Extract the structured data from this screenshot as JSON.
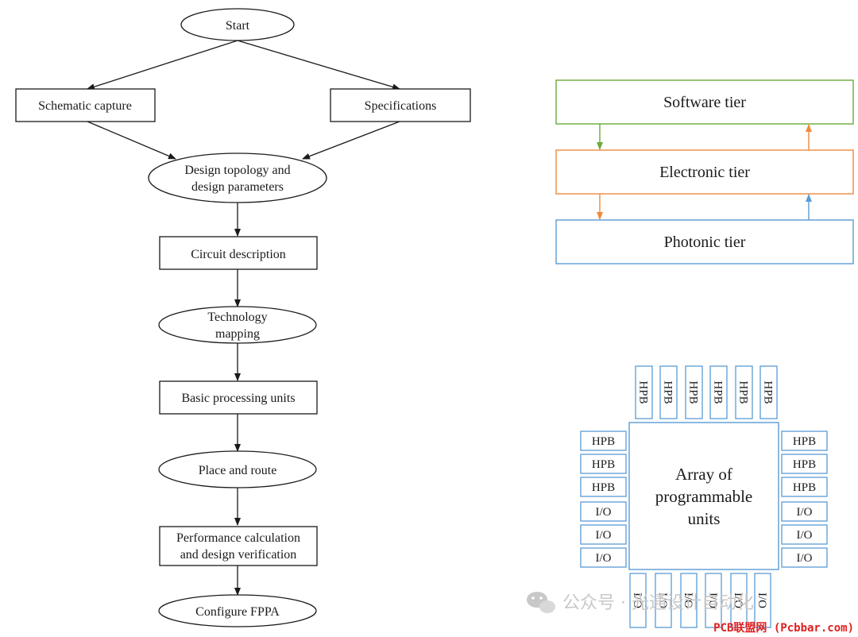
{
  "flowchart": {
    "start": "Start",
    "schematic_capture": "Schematic capture",
    "specifications": "Specifications",
    "design_topology": [
      "Design topology and",
      "design parameters"
    ],
    "circuit_description": "Circuit description",
    "technology_mapping": [
      "Technology",
      "mapping"
    ],
    "basic_processing_units": "Basic processing units",
    "place_and_route": "Place and route",
    "performance": [
      "Performance calculation",
      "and design verification"
    ],
    "configure": "Configure FPPA"
  },
  "tiers": {
    "software": "Software tier",
    "electronic": "Electronic tier",
    "photonic": "Photonic tier",
    "colors": {
      "software": "#6aaa3c",
      "electronic": "#ee8a3c",
      "photonic": "#5b9bd5"
    }
  },
  "fppa": {
    "array": [
      "Array of",
      "programmable",
      "units"
    ],
    "hpb_label": "HPB",
    "io_label": "I/O",
    "block_color": "#5b9bd5",
    "top_blocks": [
      "HPB",
      "HPB",
      "HPB",
      "HPB",
      "HPB",
      "HPB"
    ],
    "left_blocks": [
      "HPB",
      "HPB",
      "HPB",
      "I/O",
      "I/O",
      "I/O"
    ],
    "right_blocks": [
      "HPB",
      "HPB",
      "HPB",
      "I/O",
      "I/O",
      "I/O"
    ],
    "bottom_blocks": [
      "I/O",
      "I/O",
      "I/O",
      "I/O",
      "I/O",
      "I/O"
    ]
  },
  "watermark": {
    "icon": "wechat-icon",
    "text": "公众号 · 光通设计自动化",
    "credit": "PCB联盟网 (Pcbbar.com)"
  }
}
